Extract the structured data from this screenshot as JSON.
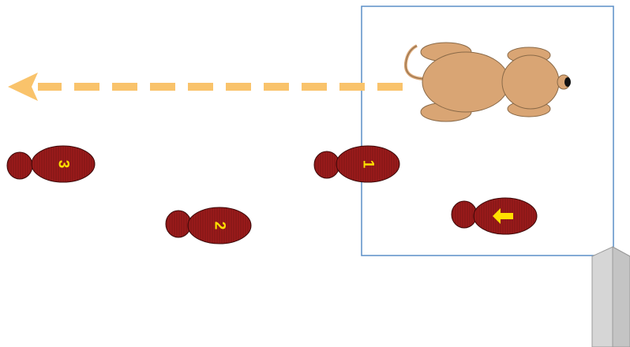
{
  "colors": {
    "background": "#ffffff",
    "box_outline": "#5b8fc7",
    "arrow": "#f9c36b",
    "dog_body": "#d9a574",
    "dog_outline": "#8a6a48",
    "shoe": "#9c1b1b",
    "shoe_dark": "#5a0d0d",
    "label": "#ffe000",
    "post": "#cfcfcf"
  },
  "icons": {
    "dog": "dog-top-view-icon",
    "shoe": "shoe-print-icon",
    "arrow": "dashed-left-arrow-icon",
    "post": "post-icon"
  },
  "footsteps": [
    {
      "label": ""
    },
    {
      "label": "1"
    },
    {
      "label": "2"
    },
    {
      "label": "3"
    }
  ]
}
